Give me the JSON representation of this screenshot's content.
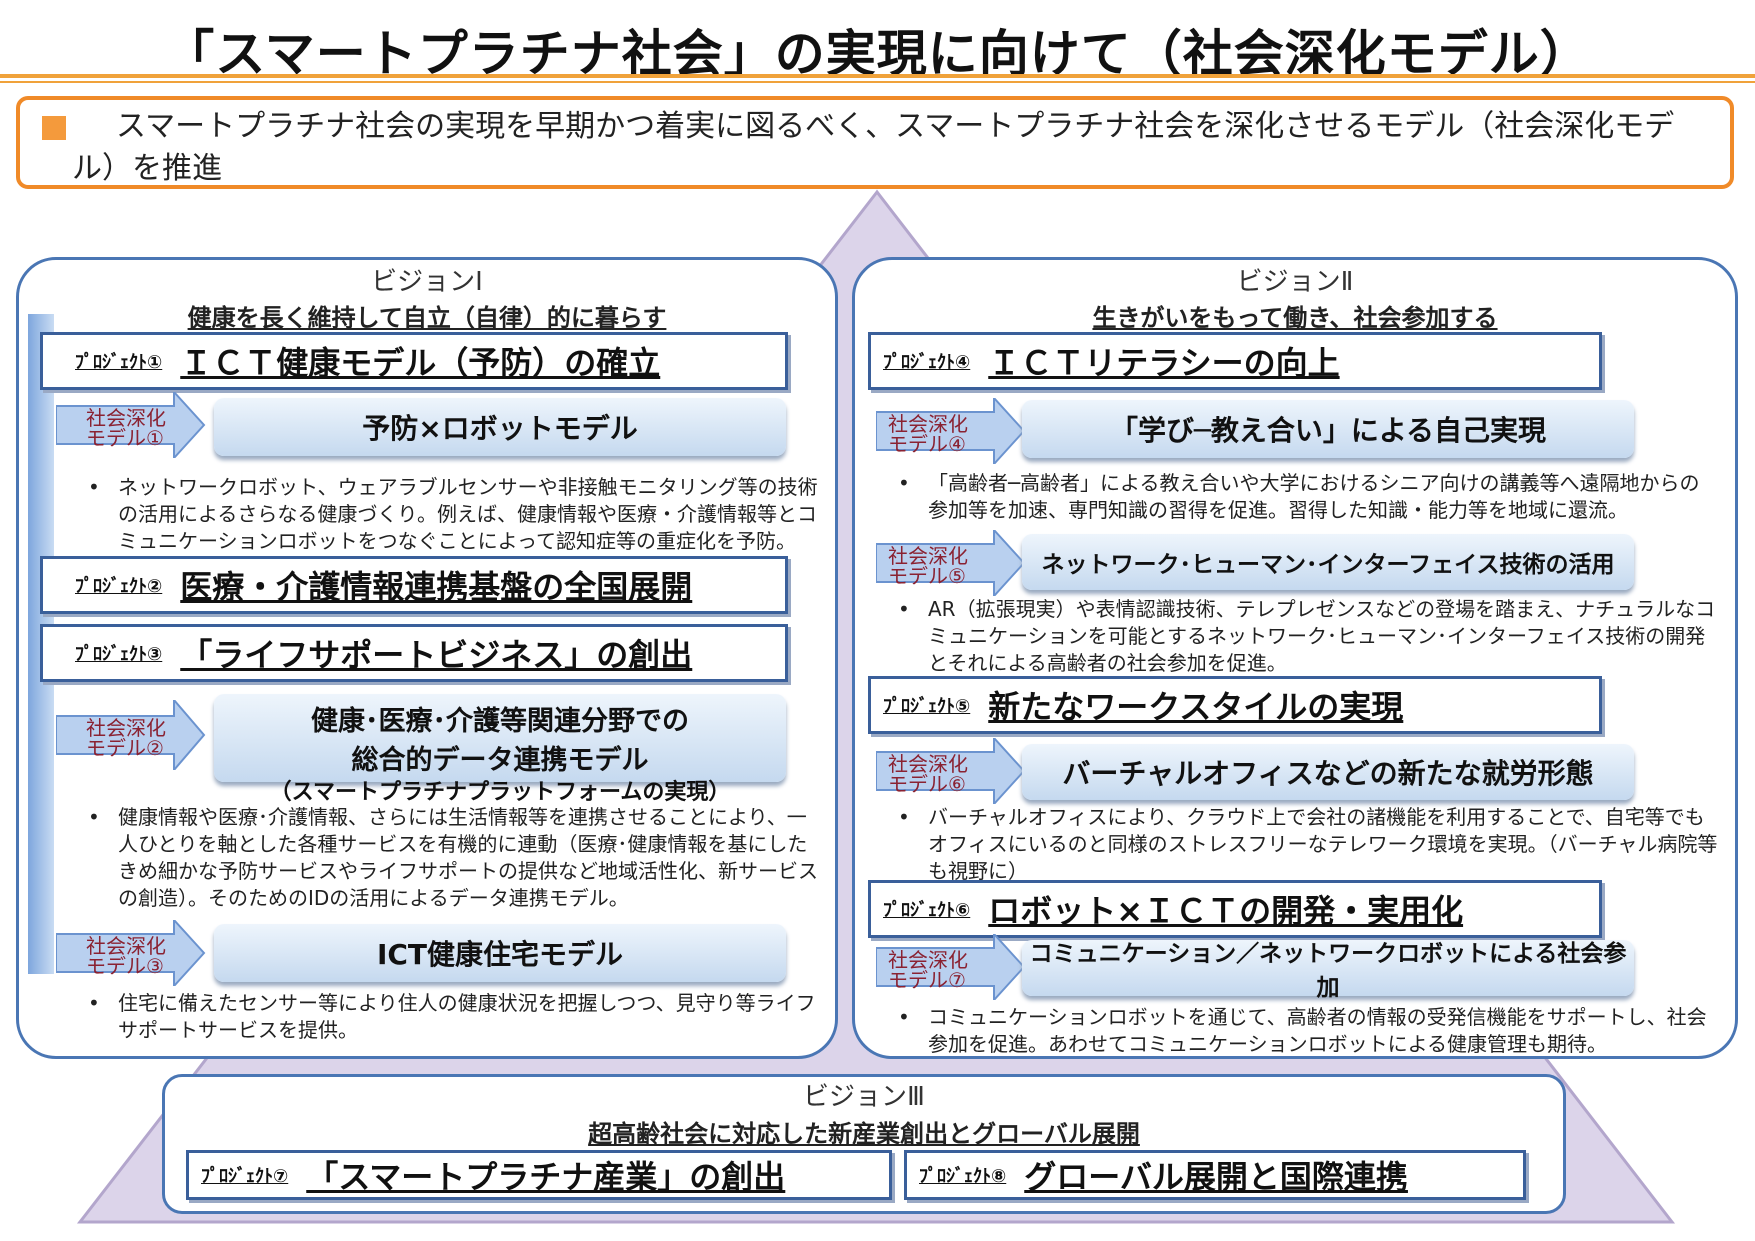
{
  "title": "「スマートプラチナ社会」の実現に向けて（社会深化モデル）",
  "summary": "スマートプラチナ社会の実現を早期かつ着実に図るべく、スマートプラチナ社会を深化させるモデル（社会深化モデル）を推進",
  "vision1": {
    "label": "ビジョンⅠ",
    "subtitle": "健康を長く維持して自立（自律）的に暮らす",
    "projects": [
      {
        "id": "ﾌﾟﾛｼﾞｪｸﾄ①",
        "title": "ＩＣＴ健康モデル（予防）の確立"
      },
      {
        "id": "ﾌﾟﾛｼﾞｪｸﾄ②",
        "title": "医療・介護情報連携基盤の全国展開"
      },
      {
        "id": "ﾌﾟﾛｼﾞｪｸﾄ③",
        "title": "「ライフサポートビジネス」の創出"
      }
    ],
    "models": [
      {
        "tag": "社会深化モデル①",
        "title": "予防×ロボットモデル",
        "desc": "ネットワークロボット、ウェアラブルセンサーや非接触モニタリング等の技術の活用によるさらなる健康づくり。例えば、健康情報や医療・介護情報等とコミュニケーションロボットをつなぐことによって認知症等の重症化を予防。"
      },
      {
        "tag": "社会深化モデル②",
        "title1": "健康･医療･介護等関連分野での",
        "title2": "総合的データ連携モデル",
        "subtitle": "（スマートプラチナプラットフォームの実現）",
        "desc": "健康情報や医療･介護情報、さらには生活情報等を連携させることにより、一人ひとりを軸とした各種サービスを有機的に連動（医療･健康情報を基にしたきめ細かな予防サービスやライフサポートの提供など地域活性化、新サービスの創造）。そのためのIDの活用によるデータ連携モデル。"
      },
      {
        "tag": "社会深化モデル③",
        "title": "ICT健康住宅モデル",
        "desc": "住宅に備えたセンサー等により住人の健康状況を把握しつつ、見守り等ライフサポートサービスを提供。"
      }
    ]
  },
  "vision2": {
    "label": "ビジョンⅡ",
    "subtitle": "生きがいをもって働き、社会参加する",
    "projects": [
      {
        "id": "ﾌﾟﾛｼﾞｪｸﾄ④",
        "title": "ＩＣＴリテラシーの向上"
      },
      {
        "id": "ﾌﾟﾛｼﾞｪｸﾄ⑤",
        "title": "新たなワークスタイルの実現"
      },
      {
        "id": "ﾌﾟﾛｼﾞｪｸﾄ⑥",
        "title": "ロボット×ＩＣＴの開発・実用化"
      }
    ],
    "models": [
      {
        "tag": "社会深化モデル④",
        "title": "「学び─教え合い」による自己実現",
        "desc": "「高齢者─高齢者」による教え合いや大学におけるシニア向けの講義等へ遠隔地からの参加等を加速、専門知識の習得を促進。習得した知識・能力等を地域に還流。"
      },
      {
        "tag": "社会深化モデル⑤",
        "title": "ネットワーク･ヒューマン･インターフェイス技術の活用",
        "desc": "AR（拡張現実）や表情認識技術、テレプレゼンスなどの登場を踏まえ、ナチュラルなコミュニケーションを可能とするネットワーク･ヒューマン･インターフェイス技術の開発とそれによる高齢者の社会参加を促進。"
      },
      {
        "tag": "社会深化モデル⑥",
        "title": "バーチャルオフィスなどの新たな就労形態",
        "desc": "バーチャルオフィスにより、クラウド上で会社の諸機能を利用することで、自宅等でもオフィスにいるのと同様のストレスフリーなテレワーク環境を実現。（バーチャル病院等も視野に）"
      },
      {
        "tag": "社会深化モデル⑦",
        "title": "コミュニケーション／ネットワークロボットによる社会参加",
        "desc": "コミュニケーションロボットを通じて、高齢者の情報の受発信機能をサポートし、社会参加を促進。あわせてコミュニケーションロボットによる健康管理も期待。"
      }
    ]
  },
  "vision3": {
    "label": "ビジョンⅢ",
    "subtitle": "超高齢社会に対応した新産業創出とグローバル展開",
    "projects": [
      {
        "id": "ﾌﾟﾛｼﾞｪｸﾄ⑦",
        "title": "「スマートプラチナ産業」の創出"
      },
      {
        "id": "ﾌﾟﾛｼﾞｪｸﾄ⑧",
        "title": "グローバル展開と国際連携"
      }
    ]
  },
  "bullet": "•",
  "colors": {
    "accent_orange": "#f08a28",
    "frame_blue": "#4a76b4",
    "tag_red": "#8a2232",
    "triangle": "#d8d0e6"
  }
}
